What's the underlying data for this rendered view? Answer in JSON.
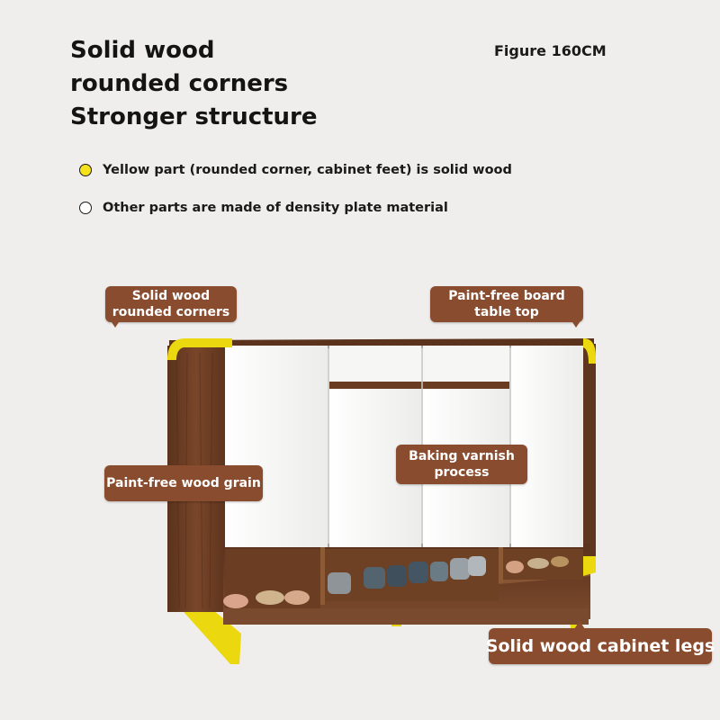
{
  "headline": {
    "line1": "Solid wood",
    "line2": "rounded corners",
    "line3": "Stronger structure"
  },
  "figure_size": "Figure 160CM",
  "legend": [
    {
      "dot_color": "#f5e21a",
      "text": "Yellow part (rounded corner, cabinet feet) is solid wood"
    },
    {
      "dot_color": "#ffffff",
      "text": "Other parts are made of density plate material"
    }
  ],
  "callouts": {
    "corners": {
      "line1": "Solid wood",
      "line2": "rounded corners"
    },
    "table_top": {
      "line1": "Paint-free board",
      "line2": "table top"
    },
    "wood_grain": {
      "line1": "Paint-free wood grain"
    },
    "varnish": {
      "line1": "Baking varnish",
      "line2": "process"
    },
    "legs": {
      "line1": "Solid wood cabinet legs"
    }
  },
  "colors": {
    "background": "#efeeec",
    "walnut": "#6e3f25",
    "walnut_dark": "#4f2c18",
    "yellow": "#ecd80e",
    "white_panel": "#f7f7f5",
    "callout": "#8a4c2e"
  }
}
